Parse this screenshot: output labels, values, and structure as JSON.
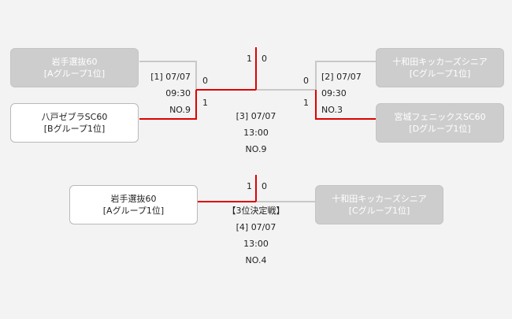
{
  "semifinal_left": {
    "top_team": {
      "name": "岩手選抜60",
      "group": "[Aグループ1位]"
    },
    "bottom_team": {
      "name": "八戸ゼブラSC60",
      "group": "[Bグループ1位]"
    },
    "match_no_date": "[1] 07/07",
    "time": "09:30",
    "venue": "NO.9",
    "score_top": "0",
    "score_bottom": "1"
  },
  "semifinal_right": {
    "top_team": {
      "name": "十和田キッカーズシニア",
      "group": "[Cグループ1位]"
    },
    "bottom_team": {
      "name": "宮城フェニックスSC60",
      "group": "[Dグループ1位]"
    },
    "match_no_date": "[2] 07/07",
    "time": "09:30",
    "venue": "NO.3",
    "score_top": "0",
    "score_bottom": "1"
  },
  "final": {
    "score_left": "1",
    "score_right": "0",
    "match_no_date": "[3] 07/07",
    "time": "13:00",
    "venue": "NO.9"
  },
  "third_place": {
    "title": "【3位決定戦】",
    "left_team": {
      "name": "岩手選抜60",
      "group": "[Aグループ1位]"
    },
    "right_team": {
      "name": "十和田キッカーズシニア",
      "group": "[Cグループ1位]"
    },
    "score_left": "1",
    "score_right": "0",
    "match_no_date": "[4] 07/07",
    "time": "13:00",
    "venue": "NO.4"
  },
  "colors": {
    "win_line": "#e00000",
    "lose_line": "#c8c8c8"
  }
}
